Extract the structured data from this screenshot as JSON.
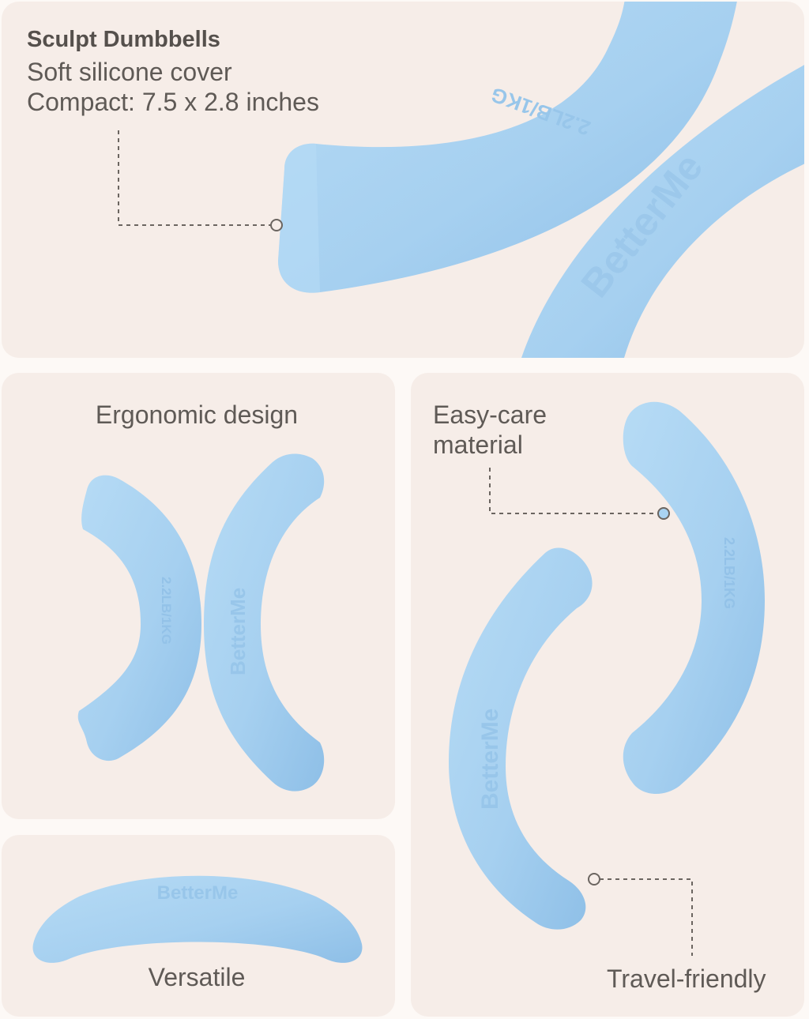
{
  "header": {
    "title": "Sculpt Dumbbells",
    "line1": "Soft silicone cover",
    "line2": "Compact: 7.5 x 2.8 inches"
  },
  "features": {
    "ergonomic": "Ergonomic design",
    "care_line1": "Easy-care",
    "care_line2": "material",
    "versatile": "Versatile",
    "travel": "Travel-friendly"
  },
  "product_marks": {
    "brand": "BetterMe",
    "weight": "2.2LB/1KG"
  },
  "colors": {
    "panel_bg": "#f6ede8",
    "page_bg": "#fdf9f6",
    "dumbbell_blue": "#a9d3f2",
    "dumbbell_shade": "#8fbfe6",
    "text": "#5f5a56",
    "leader_line": "#6b6560"
  },
  "icons": {
    "callout_marker": "circle-marker-icon"
  }
}
